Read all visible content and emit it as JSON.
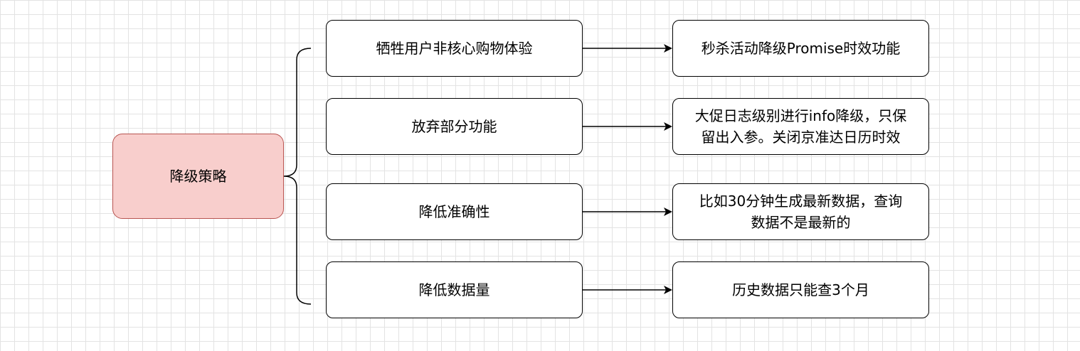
{
  "diagram": {
    "root": {
      "label": "降级策略"
    },
    "branches": [
      {
        "label": "牺牲用户非核心购物体验",
        "detail": "秒杀活动降级Promise时效功能"
      },
      {
        "label": "放弃部分功能",
        "detail": "大促日志级别进行info降级，只保\n留出入参。关闭京准达日历时效"
      },
      {
        "label": "降低准确性",
        "detail": "比如30分钟生成最新数据，查询\n数据不是最新的"
      },
      {
        "label": "降低数据量",
        "detail": "历史数据只能查3个月"
      }
    ]
  },
  "colors": {
    "root_fill": "#f8cecc",
    "root_border": "#b85450",
    "node_border": "#000000",
    "grid_line": "#e3e3e3"
  }
}
